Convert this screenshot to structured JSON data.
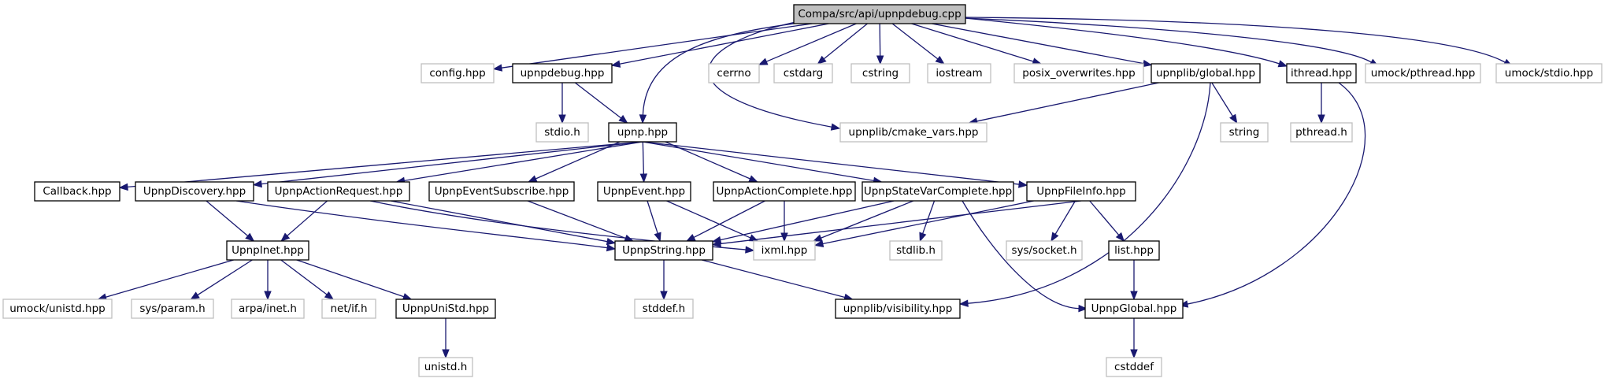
{
  "graph": {
    "nodes": [
      {
        "id": "root",
        "label": "Compa/src/api/upnpdebug.cpp",
        "kind": "root"
      },
      {
        "id": "config_hpp",
        "label": "config.hpp",
        "kind": "external"
      },
      {
        "id": "upnpdebug_hpp",
        "label": "upnpdebug.hpp",
        "kind": "documented"
      },
      {
        "id": "upnp_hpp",
        "label": "upnp.hpp",
        "kind": "documented"
      },
      {
        "id": "cerrno",
        "label": "cerrno",
        "kind": "external"
      },
      {
        "id": "cstdarg",
        "label": "cstdarg",
        "kind": "external"
      },
      {
        "id": "cstring",
        "label": "cstring",
        "kind": "external"
      },
      {
        "id": "iostream",
        "label": "iostream",
        "kind": "external"
      },
      {
        "id": "posix_overwrites",
        "label": "posix_overwrites.hpp",
        "kind": "external"
      },
      {
        "id": "global_hpp",
        "label": "upnplib/global.hpp",
        "kind": "documented"
      },
      {
        "id": "ithread_hpp",
        "label": "ithread.hpp",
        "kind": "documented"
      },
      {
        "id": "umock_pthread",
        "label": "umock/pthread.hpp",
        "kind": "external"
      },
      {
        "id": "umock_stdio",
        "label": "umock/stdio.hpp",
        "kind": "external"
      },
      {
        "id": "stdio_h",
        "label": "stdio.h",
        "kind": "external"
      },
      {
        "id": "cmake_vars",
        "label": "upnplib/cmake_vars.hpp",
        "kind": "external"
      },
      {
        "id": "string",
        "label": "string",
        "kind": "external"
      },
      {
        "id": "pthread_h",
        "label": "pthread.h",
        "kind": "external"
      },
      {
        "id": "callback_hpp",
        "label": "Callback.hpp",
        "kind": "documented"
      },
      {
        "id": "discovery_hpp",
        "label": "UpnpDiscovery.hpp",
        "kind": "documented"
      },
      {
        "id": "actionrequest_hpp",
        "label": "UpnpActionRequest.hpp",
        "kind": "documented"
      },
      {
        "id": "eventsubscribe_hpp",
        "label": "UpnpEventSubscribe.hpp",
        "kind": "documented"
      },
      {
        "id": "upnpevent_hpp",
        "label": "UpnpEvent.hpp",
        "kind": "documented"
      },
      {
        "id": "actioncomplete_hpp",
        "label": "UpnpActionComplete.hpp",
        "kind": "documented"
      },
      {
        "id": "statevar_hpp",
        "label": "UpnpStateVarComplete.hpp",
        "kind": "documented"
      },
      {
        "id": "fileinfo_hpp",
        "label": "UpnpFileInfo.hpp",
        "kind": "documented"
      },
      {
        "id": "inet_hpp",
        "label": "UpnpInet.hpp",
        "kind": "documented"
      },
      {
        "id": "upnpstring_hpp",
        "label": "UpnpString.hpp",
        "kind": "documented"
      },
      {
        "id": "ixml_hpp",
        "label": "ixml.hpp",
        "kind": "external"
      },
      {
        "id": "stdlib_h",
        "label": "stdlib.h",
        "kind": "external"
      },
      {
        "id": "sys_socket",
        "label": "sys/socket.h",
        "kind": "external"
      },
      {
        "id": "list_hpp",
        "label": "list.hpp",
        "kind": "documented"
      },
      {
        "id": "umock_unistd",
        "label": "umock/unistd.hpp",
        "kind": "external"
      },
      {
        "id": "sys_param",
        "label": "sys/param.h",
        "kind": "external"
      },
      {
        "id": "arpa_inet",
        "label": "arpa/inet.h",
        "kind": "external"
      },
      {
        "id": "net_if",
        "label": "net/if.h",
        "kind": "external"
      },
      {
        "id": "unistd_hpp",
        "label": "UpnpUniStd.hpp",
        "kind": "documented"
      },
      {
        "id": "stddef_h",
        "label": "stddef.h",
        "kind": "external"
      },
      {
        "id": "visibility_hpp",
        "label": "upnplib/visibility.hpp",
        "kind": "documented"
      },
      {
        "id": "upnpglobal_hpp",
        "label": "UpnpGlobal.hpp",
        "kind": "documented"
      },
      {
        "id": "unistd_h",
        "label": "unistd.h",
        "kind": "external"
      },
      {
        "id": "cstddef",
        "label": "cstddef",
        "kind": "external"
      }
    ],
    "edges": [
      [
        "root",
        "config_hpp"
      ],
      [
        "root",
        "upnpdebug_hpp"
      ],
      [
        "root",
        "upnp_hpp"
      ],
      [
        "root",
        "cerrno"
      ],
      [
        "root",
        "cstdarg"
      ],
      [
        "root",
        "cstring"
      ],
      [
        "root",
        "iostream"
      ],
      [
        "root",
        "posix_overwrites"
      ],
      [
        "root",
        "global_hpp"
      ],
      [
        "root",
        "ithread_hpp"
      ],
      [
        "root",
        "umock_pthread"
      ],
      [
        "root",
        "umock_stdio"
      ],
      [
        "root",
        "cmake_vars"
      ],
      [
        "upnpdebug_hpp",
        "stdio_h"
      ],
      [
        "upnpdebug_hpp",
        "upnp_hpp"
      ],
      [
        "global_hpp",
        "cmake_vars"
      ],
      [
        "global_hpp",
        "string"
      ],
      [
        "global_hpp",
        "visibility_hpp"
      ],
      [
        "ithread_hpp",
        "pthread_h"
      ],
      [
        "ithread_hpp",
        "upnpglobal_hpp"
      ],
      [
        "upnp_hpp",
        "callback_hpp"
      ],
      [
        "upnp_hpp",
        "discovery_hpp"
      ],
      [
        "upnp_hpp",
        "actionrequest_hpp"
      ],
      [
        "upnp_hpp",
        "eventsubscribe_hpp"
      ],
      [
        "upnp_hpp",
        "upnpevent_hpp"
      ],
      [
        "upnp_hpp",
        "actioncomplete_hpp"
      ],
      [
        "upnp_hpp",
        "statevar_hpp"
      ],
      [
        "upnp_hpp",
        "fileinfo_hpp"
      ],
      [
        "discovery_hpp",
        "inet_hpp"
      ],
      [
        "discovery_hpp",
        "upnpstring_hpp"
      ],
      [
        "actionrequest_hpp",
        "inet_hpp"
      ],
      [
        "actionrequest_hpp",
        "upnpstring_hpp"
      ],
      [
        "actionrequest_hpp",
        "ixml_hpp"
      ],
      [
        "eventsubscribe_hpp",
        "upnpstring_hpp"
      ],
      [
        "upnpevent_hpp",
        "upnpstring_hpp"
      ],
      [
        "upnpevent_hpp",
        "ixml_hpp"
      ],
      [
        "actioncomplete_hpp",
        "upnpstring_hpp"
      ],
      [
        "actioncomplete_hpp",
        "ixml_hpp"
      ],
      [
        "statevar_hpp",
        "upnpstring_hpp"
      ],
      [
        "statevar_hpp",
        "ixml_hpp"
      ],
      [
        "statevar_hpp",
        "stdlib_h"
      ],
      [
        "statevar_hpp",
        "upnpglobal_hpp"
      ],
      [
        "fileinfo_hpp",
        "upnpstring_hpp"
      ],
      [
        "fileinfo_hpp",
        "ixml_hpp"
      ],
      [
        "fileinfo_hpp",
        "sys_socket"
      ],
      [
        "fileinfo_hpp",
        "list_hpp"
      ],
      [
        "inet_hpp",
        "umock_unistd"
      ],
      [
        "inet_hpp",
        "sys_param"
      ],
      [
        "inet_hpp",
        "arpa_inet"
      ],
      [
        "inet_hpp",
        "net_if"
      ],
      [
        "inet_hpp",
        "unistd_hpp"
      ],
      [
        "upnpstring_hpp",
        "stddef_h"
      ],
      [
        "upnpstring_hpp",
        "visibility_hpp"
      ],
      [
        "list_hpp",
        "upnpglobal_hpp"
      ],
      [
        "unistd_hpp",
        "unistd_h"
      ],
      [
        "upnpglobal_hpp",
        "cstddef"
      ]
    ]
  },
  "colors": {
    "edge": "#191970",
    "root_fill": "#bfbfbf",
    "root_stroke": "#000000",
    "documented_fill": "#ffffff",
    "documented_stroke": "#000000",
    "external_fill": "#ffffff",
    "external_stroke": "#bfbfbf",
    "text": "#000000"
  }
}
